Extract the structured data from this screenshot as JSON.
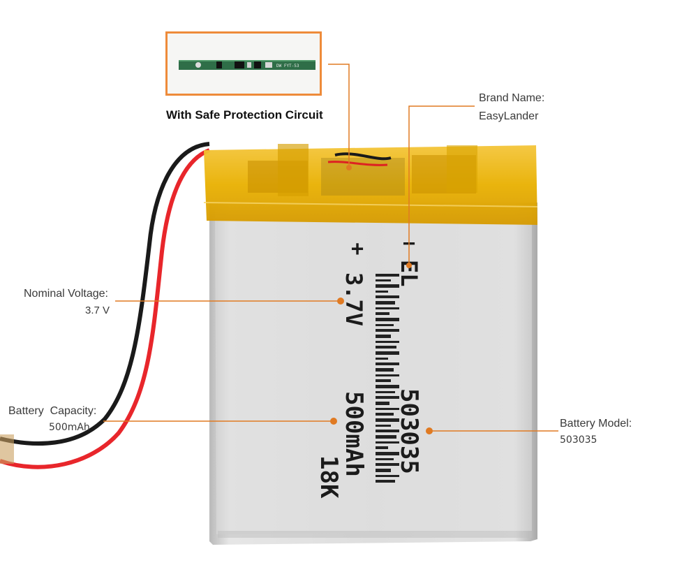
{
  "inset": {
    "caption": "With Safe Protection Circuit",
    "pcb_text": "DW FYT-53"
  },
  "callouts": {
    "brand": {
      "label": "Brand Name:",
      "value": "EasyLander"
    },
    "voltage": {
      "label": "Nominal Voltage:",
      "value": "3.7 V"
    },
    "capacity": {
      "label": "Battery  Capacity:",
      "value": "500mAh"
    },
    "model": {
      "label": "Battery Model:",
      "value": "503035"
    }
  },
  "battery_print": {
    "minus": "−",
    "plus": "+",
    "logo": "EL",
    "voltage": "3.7V",
    "model": "503035",
    "capacity": "500mAh",
    "extra": "18K"
  },
  "colors": {
    "callout_line": "#e07a22",
    "inset_border": "#ee8b3a",
    "tape": "#e8b400",
    "cell": "#dcdcdc",
    "wire_red": "#e8262b",
    "wire_black": "#1a1a1a"
  }
}
